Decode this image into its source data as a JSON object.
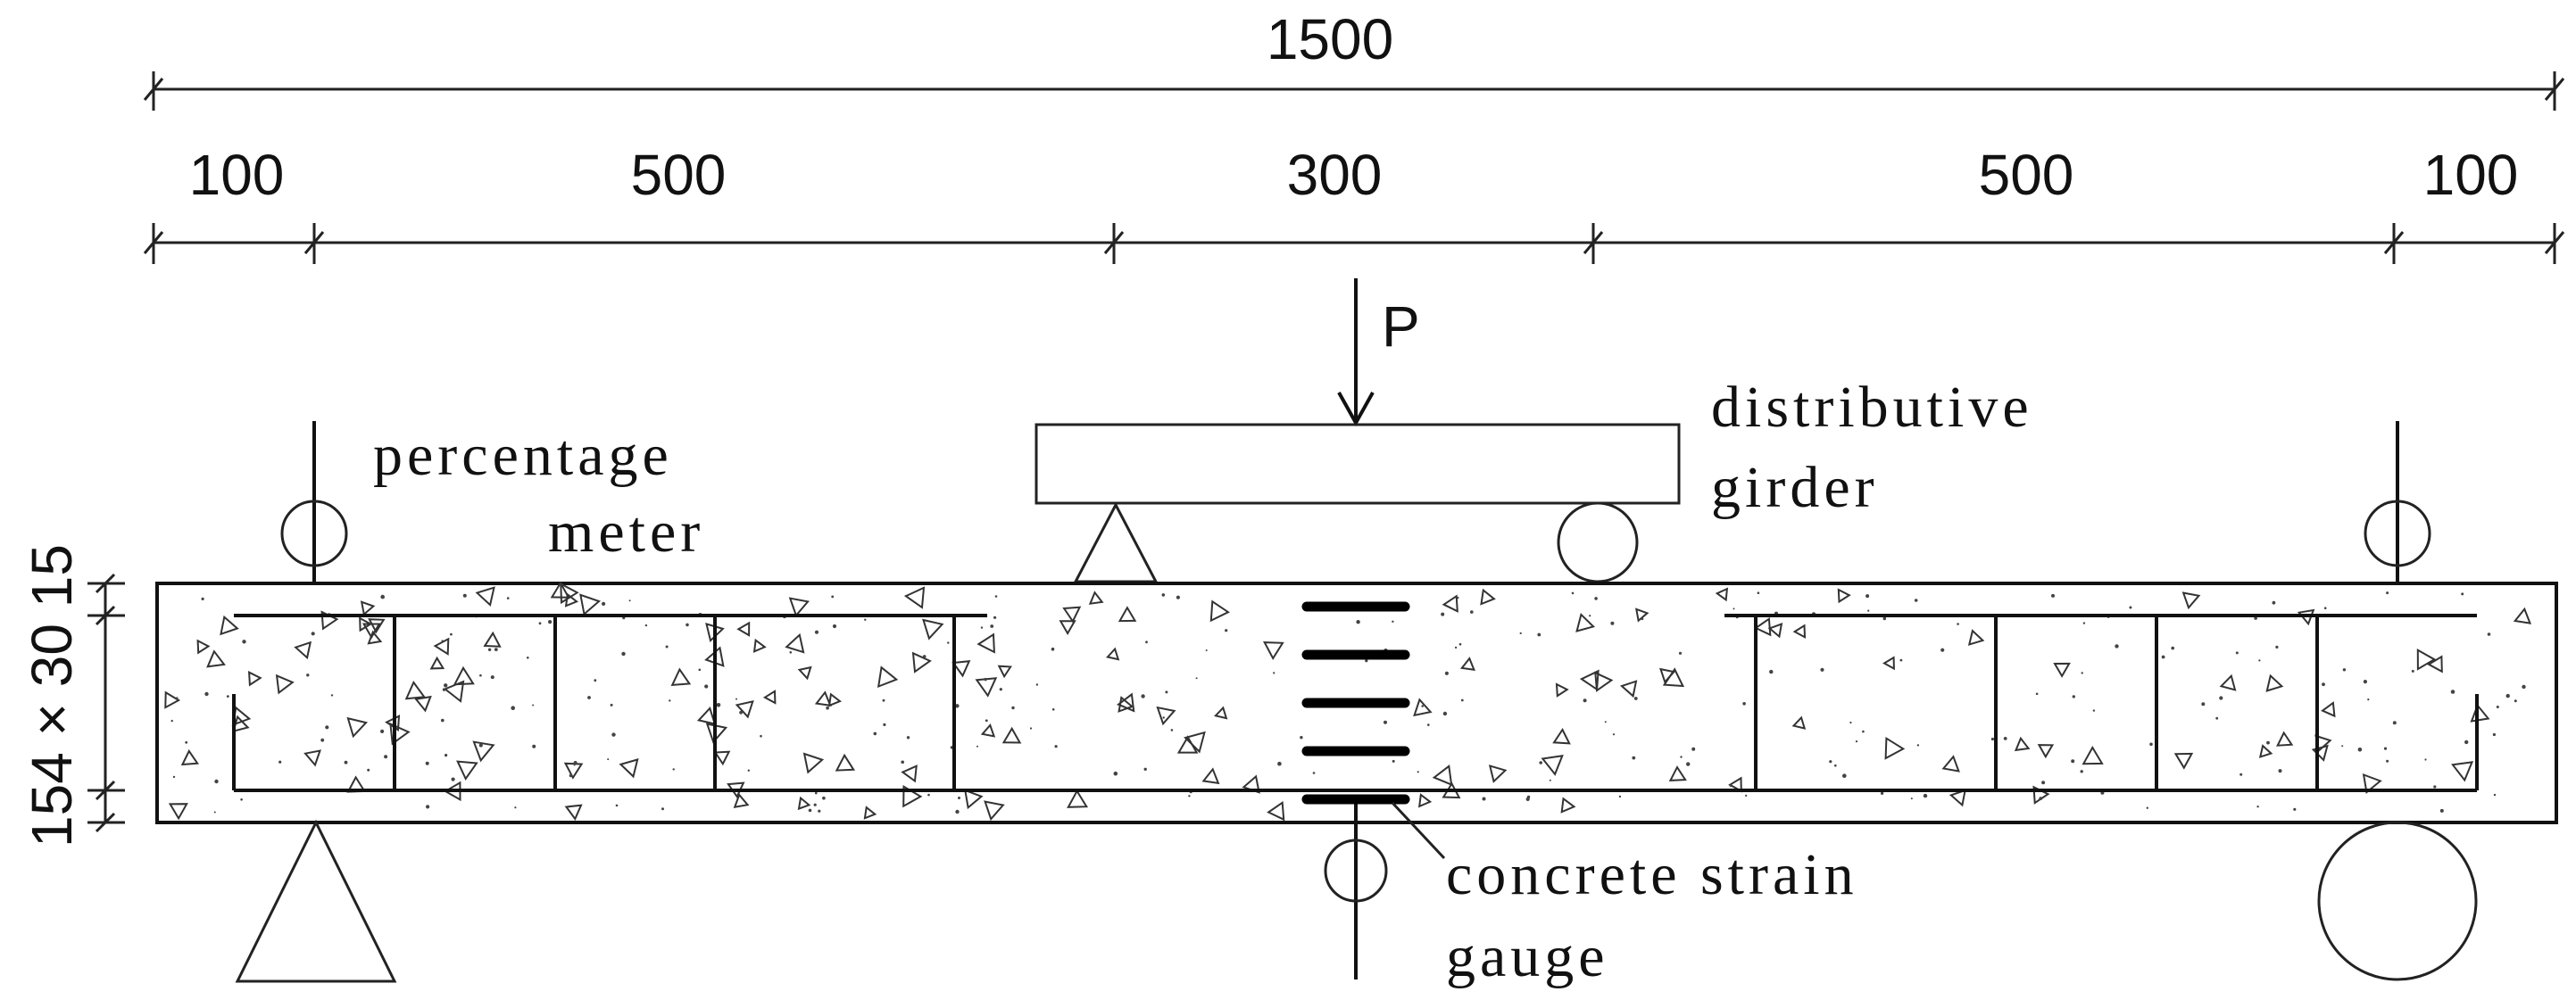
{
  "dimensions": {
    "overall": "1500",
    "segments": [
      "100",
      "500",
      "300",
      "500",
      "100"
    ],
    "vertical": "154 × 30 15"
  },
  "labels": {
    "load": "P",
    "girder_line1": "distributive",
    "girder_line2": "girder",
    "meter_line1": "percentage",
    "meter_line2": "meter",
    "gauge_line1": "concrete strain",
    "gauge_line2": "gauge"
  }
}
